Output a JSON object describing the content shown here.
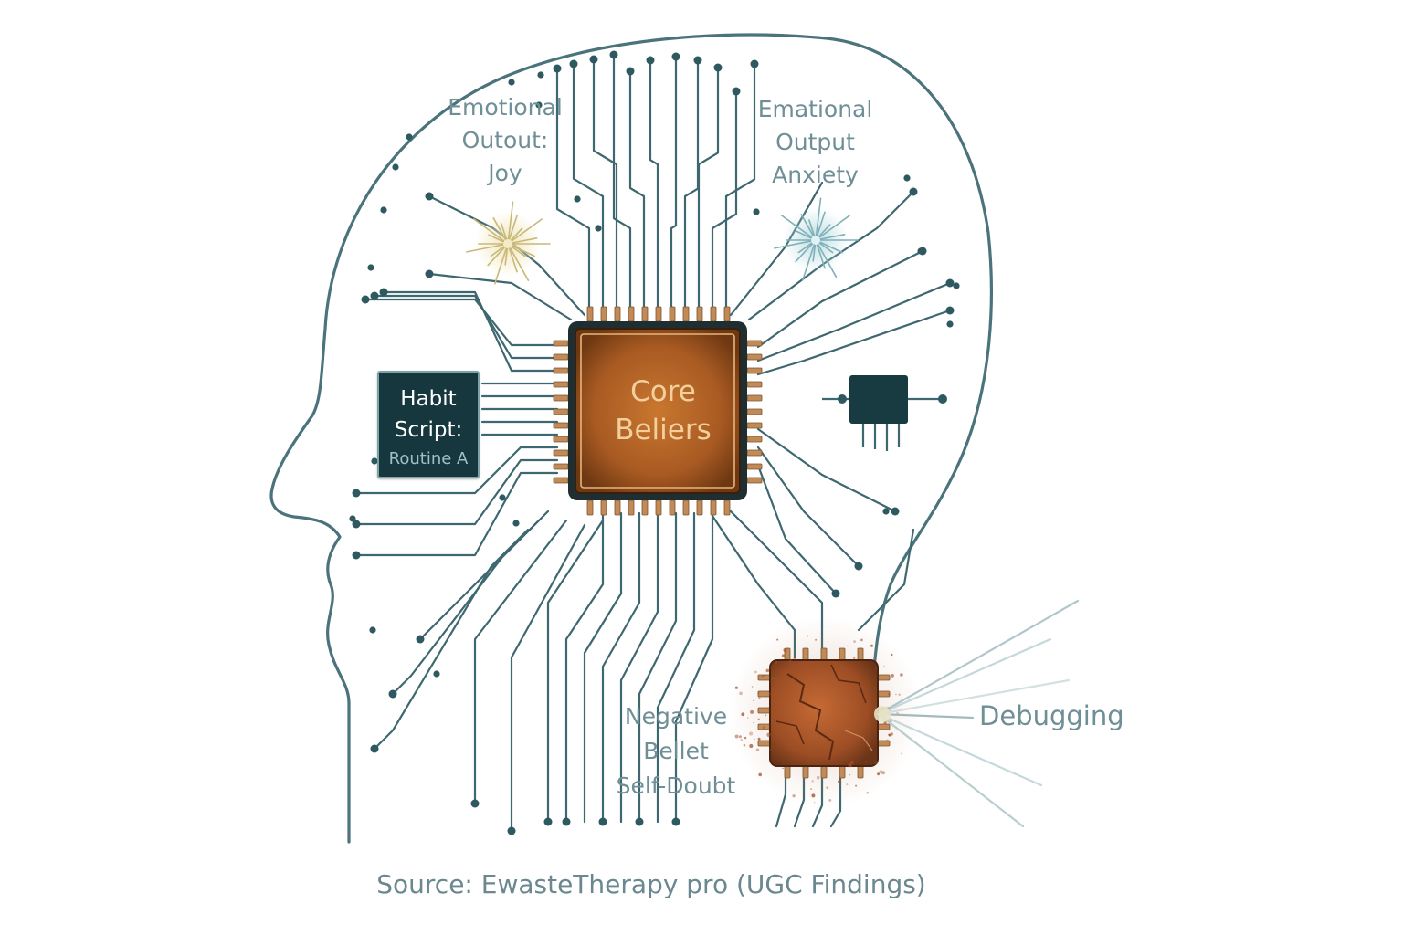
{
  "labels": {
    "emotional_joy": [
      "Emotional",
      "Outout:",
      "Joy"
    ],
    "emotional_anxiety": [
      "Emational",
      "Output",
      "Anxiety"
    ],
    "habit_script": [
      "Habit",
      "Script:",
      "Routine A"
    ],
    "core_beliefs": [
      "Core",
      "Beliers"
    ],
    "negative_belief": [
      "Negative",
      "Bellet",
      "Self-Doubt"
    ],
    "debugging": "Debugging"
  },
  "source": "Source: EwasteTherapy pro (UGC Findings)",
  "colors": {
    "circuit": "#3e6870",
    "head_outline": "#4a737b",
    "label_text": "#6f8f97",
    "core_chip": "#b8662a",
    "habit_box": "#16373d",
    "damaged_chip": "#a9572c",
    "joy_spark": "#d8c88a",
    "anxiety_spark": "#8fbcc4"
  }
}
